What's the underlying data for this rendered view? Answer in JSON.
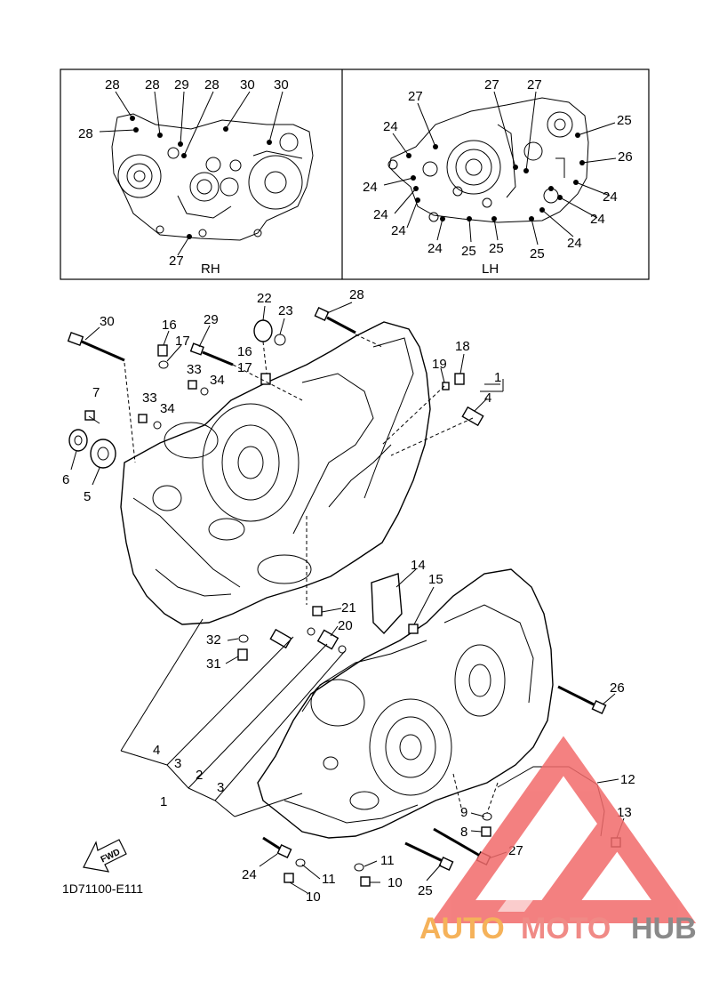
{
  "inset_rh": {
    "caption": "RH",
    "labels": [
      "28",
      "28",
      "29",
      "28",
      "30",
      "30",
      "28",
      "27"
    ]
  },
  "inset_lh": {
    "caption": "LH",
    "labels": [
      "27",
      "27",
      "27",
      "25",
      "24",
      "26",
      "24",
      "24",
      "24",
      "24",
      "24",
      "24",
      "24",
      "25",
      "25",
      "25",
      "24"
    ]
  },
  "callouts": [
    "30",
    "16",
    "17",
    "29",
    "22",
    "23",
    "28",
    "18",
    "19",
    "1",
    "4",
    "16",
    "17",
    "33",
    "34",
    "33",
    "34",
    "7",
    "6",
    "5",
    "14",
    "15",
    "21",
    "20",
    "32",
    "31",
    "26",
    "4",
    "3",
    "2",
    "3",
    "1",
    "12",
    "13",
    "9",
    "8",
    "27",
    "11",
    "11",
    "10",
    "10",
    "24",
    "25"
  ],
  "diagram_code": "1D71100-E111",
  "fwd_label": "FWD",
  "watermark": {
    "word_a": "AUTO",
    "word_b": "MOTO",
    "word_c": "HUB",
    "color_a": "#f5b25a",
    "color_b": "#f08a86",
    "color_c": "#8a8a8a",
    "logo_color": "#f26b6b"
  }
}
